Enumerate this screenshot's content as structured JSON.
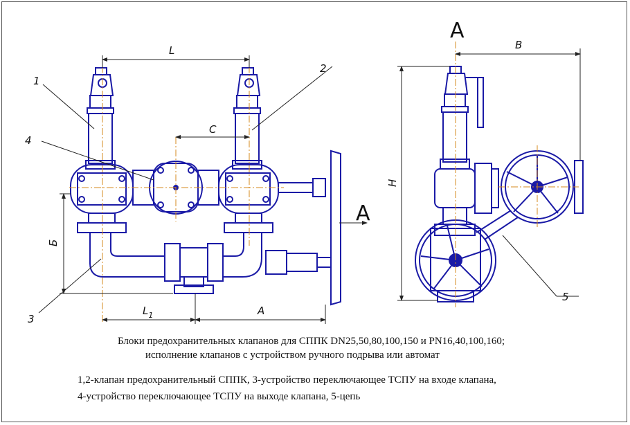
{
  "view_labels": {
    "view_a_top": "А",
    "view_a_arrow": "А"
  },
  "dimensions": {
    "L": "L",
    "C": "C",
    "B_cyr": "Б",
    "L1": "L",
    "L1_sub": "1",
    "A": "А",
    "B": "В",
    "H": "Н"
  },
  "callouts": {
    "c1": "1",
    "c2": "2",
    "c3": "3",
    "c4": "4",
    "c5": "5"
  },
  "caption": {
    "line1": "Блоки предохранительных клапанов для СППК  DN25,50,80,100,150 и  PN16,40,100,160;",
    "line2": "исполнение клапанов с устройством ручного подрыва или автомат"
  },
  "legend": {
    "line1": "1,2-клапан предохранительный СППК,  3-устройство переключающее ТСПУ на входе клапана,",
    "line2": "4-устройство переключающее ТСПУ на выходе клапана,  5-цепь"
  },
  "colors": {
    "drawing": "#1a1aa6",
    "dimension": "#222222",
    "centerline": "#d4891c"
  }
}
